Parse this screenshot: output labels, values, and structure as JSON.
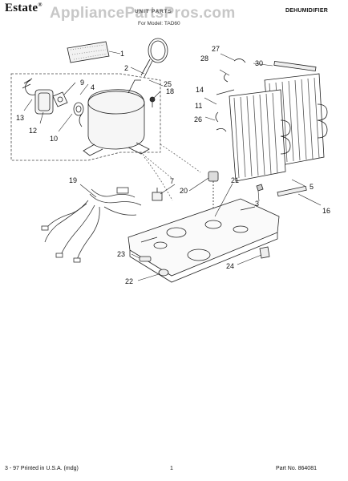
{
  "header": {
    "brand": "Estate",
    "brand_mark": "®",
    "watermark": "AppliancePartsPros.com",
    "subtitle": "UNIT PARTS",
    "model_prefix": "For Model:",
    "model_number": "TAD60",
    "product": "DEHUMIDIFIER"
  },
  "callouts": [
    "1",
    "2",
    "3",
    "4",
    "5",
    "7",
    "9",
    "10",
    "11",
    "12",
    "13",
    "14",
    "16",
    "18",
    "19",
    "20",
    "21",
    "22",
    "23",
    "24",
    "25",
    "26",
    "27",
    "28",
    "30"
  ],
  "footer": {
    "left": "3 - 97 Printed in U.S.A. (mdg)",
    "center": "1",
    "right": "Part No. 864081"
  }
}
